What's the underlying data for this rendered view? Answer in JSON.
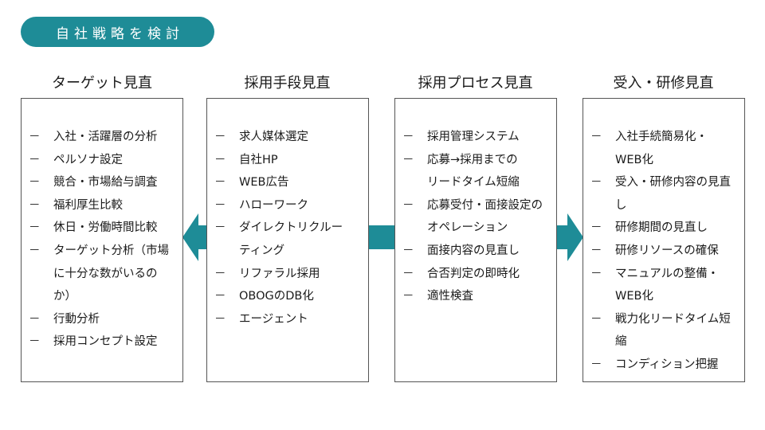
{
  "title": "自社戦略を検討",
  "colors": {
    "accent": "#1e8c97",
    "border": "#555555",
    "text": "#1a1a1a"
  },
  "columns": [
    {
      "heading": "ターゲット見直",
      "items": [
        "入社・活躍層の分析",
        "ペルソナ設定",
        "競合・市場給与調査",
        "福利厚生比較",
        "休日・労働時間比較",
        "ターゲット分析（市場\nに十分な数がいるの\nか）",
        "行動分析",
        "採用コンセプト設定"
      ]
    },
    {
      "heading": "採用手段見直",
      "items": [
        "求人媒体選定",
        "自社HP",
        "WEB広告",
        "ハローワーク",
        "ダイレクトリクルー\nティング",
        "リファラル採用",
        "OBOGのDB化",
        "エージェント"
      ]
    },
    {
      "heading": "採用プロセス見直",
      "items": [
        "採用管理システム",
        "応募→採用までの\nリードタイム短縮",
        "応募受付・面接設定の\nオペレーション",
        "面接内容の見直し",
        "合否判定の即時化",
        "適性検査"
      ]
    },
    {
      "heading": "受入・研修見直",
      "items": [
        "入社手続簡易化・\nWEB化",
        "受入・研修内容の見直\nし",
        "研修期間の見直し",
        "研修リソースの確保",
        "マニュアルの整備・\nWEB化",
        "戦力化リードタイム短\n縮",
        "コンディション把握"
      ]
    }
  ],
  "dash_glyph": "－"
}
